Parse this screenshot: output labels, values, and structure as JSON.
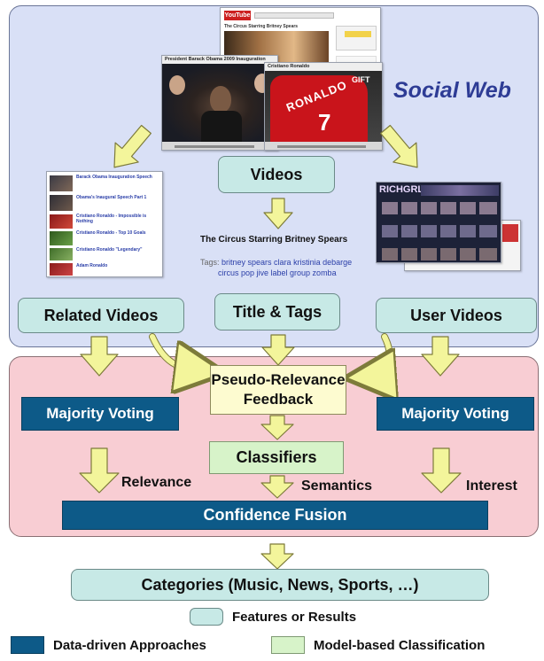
{
  "social_web_label": "Social Web",
  "nodes": {
    "videos": "Videos",
    "related_videos": "Related Videos",
    "title_tags": "Title & Tags",
    "user_videos": "User Videos",
    "prf_line1": "Pseudo-Relevance",
    "prf_line2": "Feedback",
    "majority_voting_left": "Majority Voting",
    "majority_voting_right": "Majority Voting",
    "classifiers": "Classifiers",
    "confidence_fusion": "Confidence Fusion",
    "categories": "Categories (Music, News, Sports, …)"
  },
  "edge_labels": {
    "relevance": "Relevance",
    "semantics": "Semantics",
    "interest": "Interest"
  },
  "screenshots": {
    "youtube_logo": "YouTube",
    "video1_title": "President Barack Obama 2009 Inauguration",
    "video2_title": "Cristiano Ronaldo",
    "jersey_name": "RONALDO",
    "jersey_number": "7",
    "jersey_sponsor": "GIFT",
    "thumb_title": "The Circus Starring Britney Spears",
    "tags_text_title": "The Circus Starring Britney Spears",
    "tags_label": "Tags:",
    "tags_line1": "britney  spears  clara  kristinia  debarge",
    "tags_line2": "circus  pop  jive  label  group  zomba",
    "user_page_banner": "RICHGRL",
    "related_items": [
      "Barack Obama Inauguration Speech",
      "Obama's Inaugural Speech Part 1",
      "Cristiano Ronaldo - Impossible is Nothing",
      "Cristiano Ronaldo - Top 10 Goals",
      "Cristiano Ronaldo \"Legendary\"",
      "Adam Ronaldo"
    ]
  },
  "legend": {
    "features_results": "Features or Results",
    "data_driven": "Data-driven Approaches",
    "model_based": "Model-based Classification"
  },
  "colors": {
    "social_web_panel": "#d9e0f6",
    "processing_panel": "#f8cdd3",
    "feature_box": "#c7e9e6",
    "data_driven_box": "#0d5a88",
    "model_box": "#d7f3c9",
    "prf_box": "#fdfbd0",
    "arrow_fill": "#f3f59b",
    "social_web_text": "#2e3c95"
  }
}
